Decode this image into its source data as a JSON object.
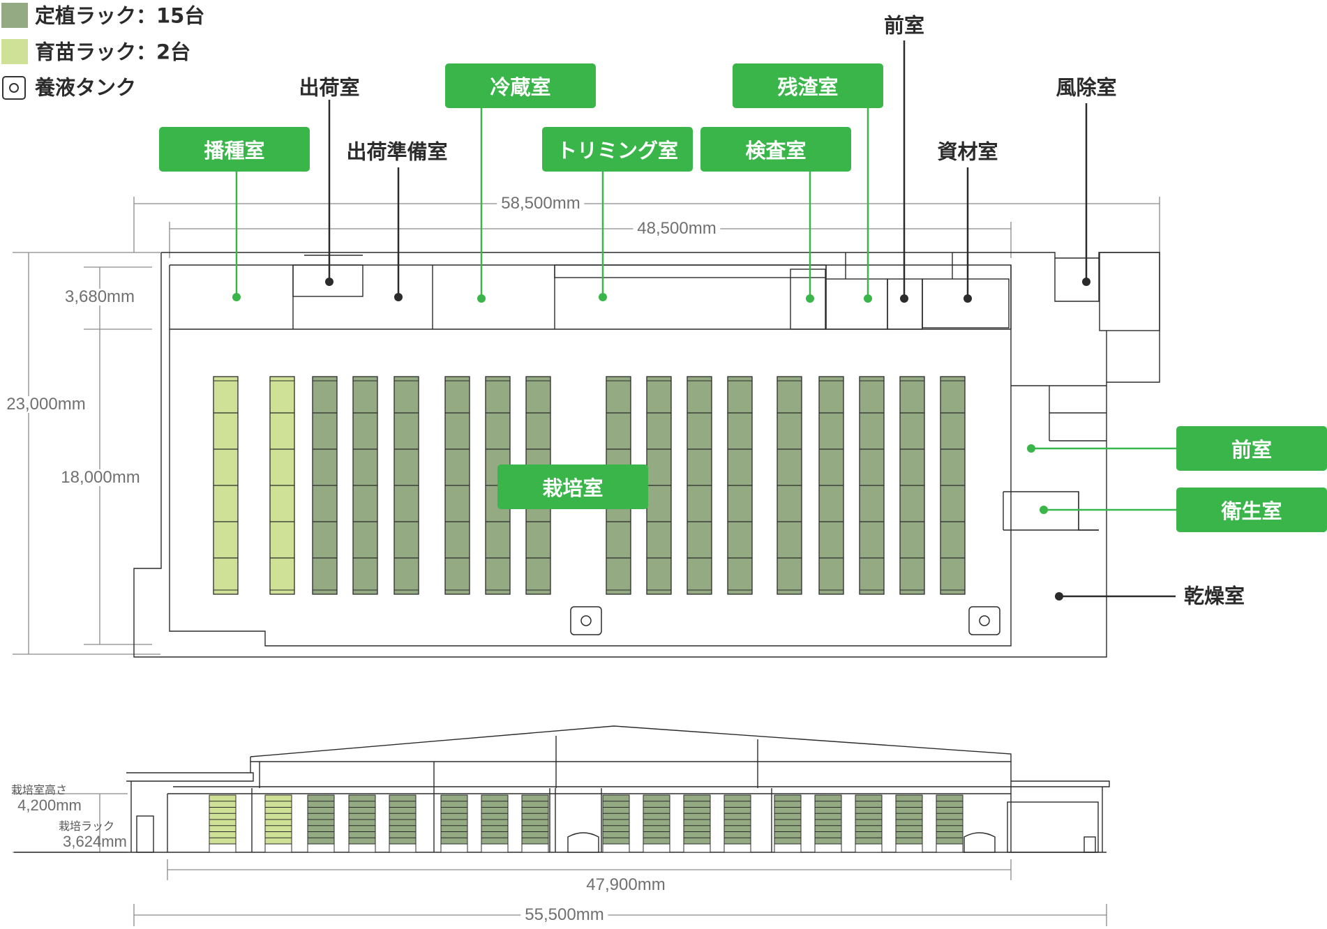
{
  "legend": {
    "planting_rack": {
      "label": "定植ラック：15台",
      "color": "#93aa83"
    },
    "seedling_rack": {
      "label": "育苗ラック：2台",
      "color": "#cfe196"
    },
    "nutrient_tank": {
      "label": "養液タンク",
      "icon": "tank-icon"
    }
  },
  "colors": {
    "accent_green": "#3ab54a",
    "planting_rack": "#93aa83",
    "seedling_rack": "#cfe196",
    "line_dark": "#2b2b2b",
    "dimension_gray": "#777777"
  },
  "rooms": {
    "seeding": "播種室",
    "shipping": "出荷室",
    "shipping_prep": "出荷準備室",
    "cold_storage": "冷蔵室",
    "trimming": "トリミング室",
    "inspection": "検査室",
    "residue": "残渣室",
    "anteroom_top": "前室",
    "materials": "資材室",
    "air_shower": "風除室",
    "cultivation": "栽培室",
    "anteroom_right": "前室",
    "sanitary": "衛生室",
    "drying": "乾燥室"
  },
  "dimensions": {
    "plan_total_width": "58,500mm",
    "plan_inner_width": "48,500mm",
    "plan_total_depth": "23,000mm",
    "plan_inner_depth": "18,000mm",
    "plan_top_rooms_depth": "3,680mm",
    "section_inner_width": "47,900mm",
    "section_total_width": "55,500mm",
    "cultivation_room_height_label": "栽培室高さ",
    "cultivation_room_height": "4,200mm",
    "cultivation_rack_label": "栽培ラック",
    "cultivation_rack_height": "3,624mm"
  },
  "plan": {
    "racks": [
      {
        "type": "seedling"
      },
      {
        "type": "seedling"
      },
      {
        "type": "planting"
      },
      {
        "type": "planting"
      },
      {
        "type": "planting"
      },
      {
        "type": "planting"
      },
      {
        "type": "planting"
      },
      {
        "type": "planting"
      },
      {
        "type": "planting"
      },
      {
        "type": "planting"
      },
      {
        "type": "planting"
      },
      {
        "type": "planting"
      },
      {
        "type": "planting"
      },
      {
        "type": "planting"
      },
      {
        "type": "planting"
      },
      {
        "type": "planting"
      },
      {
        "type": "planting"
      }
    ],
    "tanks": 2
  }
}
